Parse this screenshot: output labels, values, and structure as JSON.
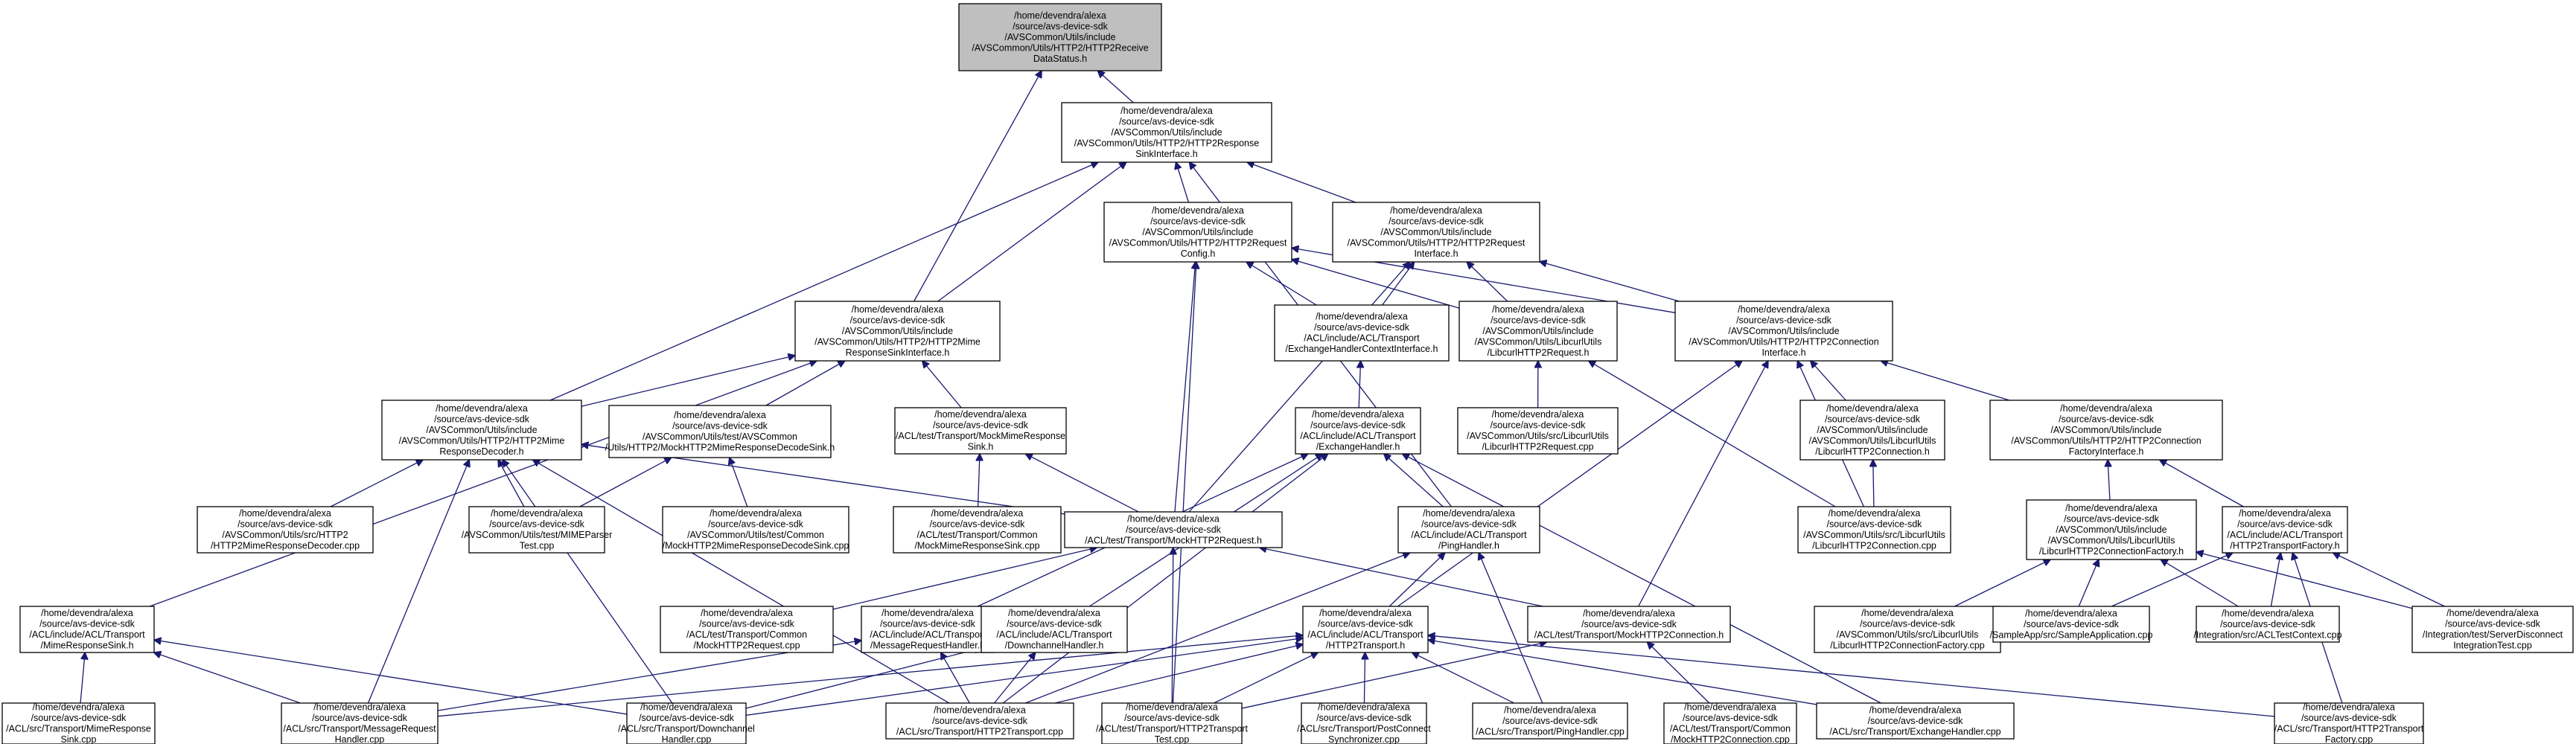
{
  "nodes": [
    {
      "id": "n0",
      "root": true,
      "lines": [
        "/home/devendra/alexa",
        "/source/avs-device-sdk",
        "/AVSCommon/Utils/include",
        "/AVSCommon/Utils/HTTP2/HTTP2Receive",
        "DataStatus.h"
      ]
    },
    {
      "id": "n1",
      "lines": [
        "/home/devendra/alexa",
        "/source/avs-device-sdk",
        "/AVSCommon/Utils/include",
        "/AVSCommon/Utils/HTTP2/HTTP2Response",
        "SinkInterface.h"
      ]
    },
    {
      "id": "n2",
      "lines": [
        "/home/devendra/alexa",
        "/source/avs-device-sdk",
        "/AVSCommon/Utils/include",
        "/AVSCommon/Utils/HTTP2/HTTP2Request",
        "Config.h"
      ]
    },
    {
      "id": "n3",
      "lines": [
        "/home/devendra/alexa",
        "/source/avs-device-sdk",
        "/AVSCommon/Utils/include",
        "/AVSCommon/Utils/HTTP2/HTTP2Request",
        "Interface.h"
      ]
    },
    {
      "id": "n4",
      "lines": [
        "/home/devendra/alexa",
        "/source/avs-device-sdk",
        "/AVSCommon/Utils/include",
        "/AVSCommon/Utils/HTTP2/HTTP2Mime",
        "ResponseSinkInterface.h"
      ]
    },
    {
      "id": "n5",
      "lines": [
        "/home/devendra/alexa",
        "/source/avs-device-sdk",
        "/ACL/include/ACL/Transport",
        "/ExchangeHandlerContextInterface.h"
      ]
    },
    {
      "id": "n6",
      "lines": [
        "/home/devendra/alexa",
        "/source/avs-device-sdk",
        "/AVSCommon/Utils/include",
        "/AVSCommon/Utils/LibcurlUtils",
        "/LibcurlHTTP2Request.h"
      ]
    },
    {
      "id": "n7",
      "lines": [
        "/home/devendra/alexa",
        "/source/avs-device-sdk",
        "/AVSCommon/Utils/include",
        "/AVSCommon/Utils/HTTP2/HTTP2Connection",
        "Interface.h"
      ]
    },
    {
      "id": "n8",
      "lines": [
        "/home/devendra/alexa",
        "/source/avs-device-sdk",
        "/AVSCommon/Utils/include",
        "/AVSCommon/Utils/HTTP2/HTTP2Mime",
        "ResponseDecoder.h"
      ]
    },
    {
      "id": "n9",
      "lines": [
        "/home/devendra/alexa",
        "/source/avs-device-sdk",
        "/AVSCommon/Utils/test/AVSCommon",
        "/Utils/HTTP2/MockHTTP2MimeResponseDecodeSink.h"
      ]
    },
    {
      "id": "n10",
      "lines": [
        "/home/devendra/alexa",
        "/source/avs-device-sdk",
        "/ACL/test/Transport/MockMimeResponse",
        "Sink.h"
      ]
    },
    {
      "id": "n11",
      "lines": [
        "/home/devendra/alexa",
        "/source/avs-device-sdk",
        "/ACL/include/ACL/Transport",
        "/ExchangeHandler.h"
      ]
    },
    {
      "id": "n12",
      "lines": [
        "/home/devendra/alexa",
        "/source/avs-device-sdk",
        "/AVSCommon/Utils/src/LibcurlUtils",
        "/LibcurlHTTP2Request.cpp"
      ]
    },
    {
      "id": "n13",
      "lines": [
        "/home/devendra/alexa",
        "/source/avs-device-sdk",
        "/AVSCommon/Utils/include",
        "/AVSCommon/Utils/LibcurlUtils",
        "/LibcurlHTTP2Connection.h"
      ]
    },
    {
      "id": "n14",
      "lines": [
        "/home/devendra/alexa",
        "/source/avs-device-sdk",
        "/AVSCommon/Utils/include",
        "/AVSCommon/Utils/HTTP2/HTTP2Connection",
        "FactoryInterface.h"
      ]
    },
    {
      "id": "n15",
      "lines": [
        "/home/devendra/alexa",
        "/source/avs-device-sdk",
        "/AVSCommon/Utils/src/HTTP2",
        "/HTTP2MimeResponseDecoder.cpp"
      ]
    },
    {
      "id": "n16",
      "lines": [
        "/home/devendra/alexa",
        "/source/avs-device-sdk",
        "/AVSCommon/Utils/test/MIMEParser",
        "Test.cpp"
      ]
    },
    {
      "id": "n17",
      "lines": [
        "/home/devendra/alexa",
        "/source/avs-device-sdk",
        "/AVSCommon/Utils/test/Common",
        "/MockHTTP2MimeResponseDecodeSink.cpp"
      ]
    },
    {
      "id": "n18",
      "lines": [
        "/home/devendra/alexa",
        "/source/avs-device-sdk",
        "/ACL/test/Transport/Common",
        "/MockMimeResponseSink.cpp"
      ]
    },
    {
      "id": "n19",
      "lines": [
        "/home/devendra/alexa",
        "/source/avs-device-sdk",
        "/ACL/test/Transport/MockHTTP2Request.h"
      ]
    },
    {
      "id": "n20",
      "lines": [
        "/home/devendra/alexa",
        "/source/avs-device-sdk",
        "/ACL/include/ACL/Transport",
        "/PingHandler.h"
      ]
    },
    {
      "id": "n21",
      "lines": [
        "/home/devendra/alexa",
        "/source/avs-device-sdk",
        "/AVSCommon/Utils/src/LibcurlUtils",
        "/LibcurlHTTP2Connection.cpp"
      ]
    },
    {
      "id": "n22",
      "lines": [
        "/home/devendra/alexa",
        "/source/avs-device-sdk",
        "/AVSCommon/Utils/include",
        "/AVSCommon/Utils/LibcurlUtils",
        "/LibcurlHTTP2ConnectionFactory.h"
      ]
    },
    {
      "id": "n23",
      "lines": [
        "/home/devendra/alexa",
        "/source/avs-device-sdk",
        "/ACL/include/ACL/Transport",
        "/HTTP2TransportFactory.h"
      ]
    },
    {
      "id": "n24",
      "lines": [
        "/home/devendra/alexa",
        "/source/avs-device-sdk",
        "/ACL/include/ACL/Transport",
        "/MimeResponseSink.h"
      ]
    },
    {
      "id": "n25",
      "lines": [
        "/home/devendra/alexa",
        "/source/avs-device-sdk",
        "/ACL/test/Transport/Common",
        "/MockHTTP2Request.cpp"
      ]
    },
    {
      "id": "n26",
      "lines": [
        "/home/devendra/alexa",
        "/source/avs-device-sdk",
        "/ACL/include/ACL/Transport",
        "/MessageRequestHandler.h"
      ]
    },
    {
      "id": "n27",
      "lines": [
        "/home/devendra/alexa",
        "/source/avs-device-sdk",
        "/ACL/include/ACL/Transport",
        "/DownchannelHandler.h"
      ]
    },
    {
      "id": "n28",
      "lines": [
        "/home/devendra/alexa",
        "/source/avs-device-sdk",
        "/ACL/include/ACL/Transport",
        "/HTTP2Transport.h"
      ]
    },
    {
      "id": "n29",
      "lines": [
        "/home/devendra/alexa",
        "/source/avs-device-sdk",
        "/ACL/test/Transport/MockHTTP2Connection.h"
      ]
    },
    {
      "id": "n30",
      "lines": [
        "/home/devendra/alexa",
        "/source/avs-device-sdk",
        "/AVSCommon/Utils/src/LibcurlUtils",
        "/LibcurlHTTP2ConnectionFactory.cpp"
      ]
    },
    {
      "id": "n31",
      "lines": [
        "/home/devendra/alexa",
        "/source/avs-device-sdk",
        "/SampleApp/src/SampleApplication.cpp"
      ]
    },
    {
      "id": "n32",
      "lines": [
        "/home/devendra/alexa",
        "/source/avs-device-sdk",
        "/Integration/src/ACLTestContext.cpp"
      ]
    },
    {
      "id": "n33",
      "lines": [
        "/home/devendra/alexa",
        "/source/avs-device-sdk",
        "/Integration/test/ServerDisconnect",
        "IntegrationTest.cpp"
      ]
    },
    {
      "id": "n34",
      "lines": [
        "/home/devendra/alexa",
        "/source/avs-device-sdk",
        "/ACL/src/Transport/MimeResponse",
        "Sink.cpp"
      ]
    },
    {
      "id": "n35",
      "lines": [
        "/home/devendra/alexa",
        "/source/avs-device-sdk",
        "/ACL/src/Transport/MessageRequest",
        "Handler.cpp"
      ]
    },
    {
      "id": "n36",
      "lines": [
        "/home/devendra/alexa",
        "/source/avs-device-sdk",
        "/ACL/src/Transport/Downchannel",
        "Handler.cpp"
      ]
    },
    {
      "id": "n37",
      "lines": [
        "/home/devendra/alexa",
        "/source/avs-device-sdk",
        "/ACL/src/Transport/HTTP2Transport.cpp"
      ]
    },
    {
      "id": "n38",
      "lines": [
        "/home/devendra/alexa",
        "/source/avs-device-sdk",
        "/ACL/test/Transport/HTTP2Transport",
        "Test.cpp"
      ]
    },
    {
      "id": "n39",
      "lines": [
        "/home/devendra/alexa",
        "/source/avs-device-sdk",
        "/ACL/src/Transport/PostConnect",
        "Synchronizer.cpp"
      ]
    },
    {
      "id": "n40",
      "lines": [
        "/home/devendra/alexa",
        "/source/avs-device-sdk",
        "/ACL/src/Transport/PingHandler.cpp"
      ]
    },
    {
      "id": "n41",
      "lines": [
        "/home/devendra/alexa",
        "/source/avs-device-sdk",
        "/ACL/test/Transport/Common",
        "/MockHTTP2Connection.cpp"
      ]
    },
    {
      "id": "n42",
      "lines": [
        "/home/devendra/alexa",
        "/source/avs-device-sdk",
        "/ACL/src/Transport/ExchangeHandler.cpp"
      ]
    },
    {
      "id": "n43",
      "lines": [
        "/home/devendra/alexa",
        "/source/avs-device-sdk",
        "/ACL/src/Transport/HTTP2Transport",
        "Factory.cpp"
      ]
    }
  ],
  "edges": [
    [
      "n1",
      "n0"
    ],
    [
      "n4",
      "n0"
    ],
    [
      "n2",
      "n1"
    ],
    [
      "n3",
      "n1"
    ],
    [
      "n4",
      "n1"
    ],
    [
      "n8",
      "n1"
    ],
    [
      "n20",
      "n1"
    ],
    [
      "n5",
      "n2"
    ],
    [
      "n6",
      "n2"
    ],
    [
      "n19",
      "n2"
    ],
    [
      "n38",
      "n2"
    ],
    [
      "n7",
      "n2"
    ],
    [
      "n5",
      "n3"
    ],
    [
      "n6",
      "n3"
    ],
    [
      "n7",
      "n3"
    ],
    [
      "n19",
      "n3"
    ],
    [
      "n8",
      "n4"
    ],
    [
      "n9",
      "n4"
    ],
    [
      "n10",
      "n4"
    ],
    [
      "n24",
      "n4"
    ],
    [
      "n11",
      "n5"
    ],
    [
      "n12",
      "n6"
    ],
    [
      "n21",
      "n6"
    ],
    [
      "n13",
      "n7"
    ],
    [
      "n14",
      "n7"
    ],
    [
      "n21",
      "n7"
    ],
    [
      "n29",
      "n7"
    ],
    [
      "n28",
      "n7"
    ],
    [
      "n15",
      "n8"
    ],
    [
      "n16",
      "n8"
    ],
    [
      "n19",
      "n8"
    ],
    [
      "n35",
      "n8"
    ],
    [
      "n36",
      "n8"
    ],
    [
      "n37",
      "n8"
    ],
    [
      "n16",
      "n9"
    ],
    [
      "n17",
      "n9"
    ],
    [
      "n18",
      "n10"
    ],
    [
      "n19",
      "n10"
    ],
    [
      "n26",
      "n11"
    ],
    [
      "n27",
      "n11"
    ],
    [
      "n20",
      "n11"
    ],
    [
      "n42",
      "n11"
    ],
    [
      "n37",
      "n11"
    ],
    [
      "n21",
      "n13"
    ],
    [
      "n22",
      "n14"
    ],
    [
      "n23",
      "n14"
    ],
    [
      "n25",
      "n19"
    ],
    [
      "n38",
      "n19"
    ],
    [
      "n29",
      "n19"
    ],
    [
      "n28",
      "n20"
    ],
    [
      "n40",
      "n20"
    ],
    [
      "n37",
      "n20"
    ],
    [
      "n30",
      "n22"
    ],
    [
      "n31",
      "n22"
    ],
    [
      "n32",
      "n22"
    ],
    [
      "n33",
      "n22"
    ],
    [
      "n31",
      "n23"
    ],
    [
      "n32",
      "n23"
    ],
    [
      "n33",
      "n23"
    ],
    [
      "n43",
      "n23"
    ],
    [
      "n34",
      "n24"
    ],
    [
      "n35",
      "n24"
    ],
    [
      "n36",
      "n24"
    ],
    [
      "n35",
      "n26"
    ],
    [
      "n37",
      "n26"
    ],
    [
      "n36",
      "n27"
    ],
    [
      "n37",
      "n27"
    ],
    [
      "n35",
      "n28"
    ],
    [
      "n36",
      "n28"
    ],
    [
      "n37",
      "n28"
    ],
    [
      "n38",
      "n28"
    ],
    [
      "n39",
      "n28"
    ],
    [
      "n40",
      "n28"
    ],
    [
      "n42",
      "n28"
    ],
    [
      "n43",
      "n28"
    ],
    [
      "n41",
      "n29"
    ],
    [
      "n38",
      "n29"
    ]
  ]
}
